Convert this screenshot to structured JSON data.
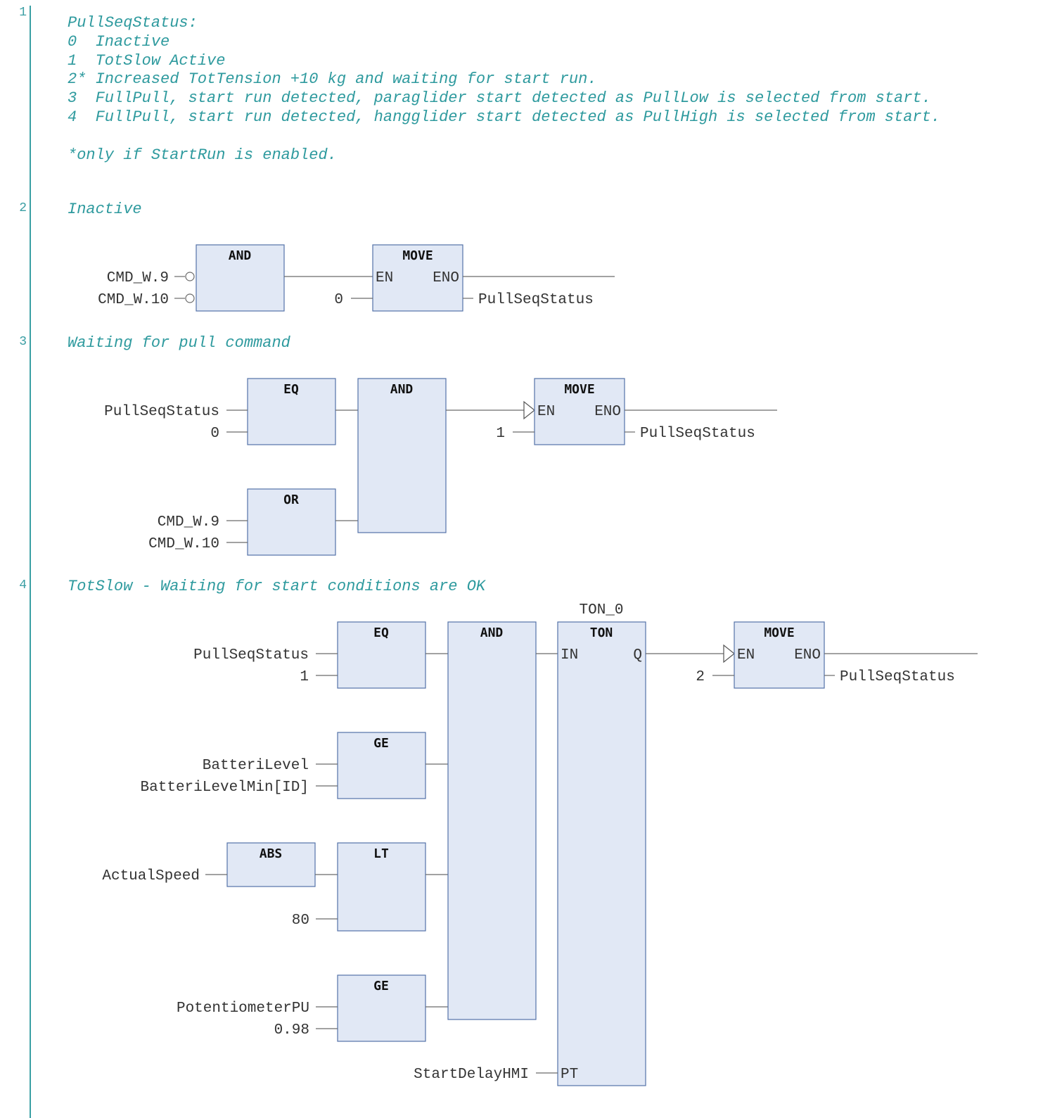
{
  "networks": [
    {
      "number": "1",
      "comment": "PullSeqStatus:\n0  Inactive\n1  TotSlow Active\n2* Increased TotTension +10 kg and waiting for start run.\n3  FullPull, start run detected, paraglider start detected as PullLow is selected from start.\n4  FullPull, start run detected, hangglider start detected as PullHigh is selected from start.\n\n*only if StartRun is enabled."
    },
    {
      "number": "2",
      "comment": "Inactive"
    },
    {
      "number": "3",
      "comment": "Waiting for pull command"
    },
    {
      "number": "4",
      "comment": "TotSlow - Waiting for start conditions are OK"
    }
  ],
  "net2": {
    "and_title": "AND",
    "move_title": "MOVE",
    "en": "EN",
    "eno": "ENO",
    "in_a": "CMD_W.9",
    "in_b": "CMD_W.10",
    "move_in": "0",
    "move_out": "PullSeqStatus"
  },
  "net3": {
    "eq_title": "EQ",
    "or_title": "OR",
    "and_title": "AND",
    "move_title": "MOVE",
    "en": "EN",
    "eno": "ENO",
    "eq_in1": "PullSeqStatus",
    "eq_in2": "0",
    "or_in1": "CMD_W.9",
    "or_in2": "CMD_W.10",
    "move_in": "1",
    "move_out": "PullSeqStatus"
  },
  "net4": {
    "eq_title": "EQ",
    "ge1_title": "GE",
    "abs_title": "ABS",
    "lt_title": "LT",
    "ge2_title": "GE",
    "and_title": "AND",
    "ton_instance": "TON_0",
    "ton_title": "TON",
    "ton_in": "IN",
    "ton_q": "Q",
    "ton_pt": "PT",
    "move_title": "MOVE",
    "en": "EN",
    "eno": "ENO",
    "eq_in1": "PullSeqStatus",
    "eq_in2": "1",
    "ge1_in1": "BatteriLevel",
    "ge1_in2": "BatteriLevelMin[ID]",
    "abs_in": "ActualSpeed",
    "lt_in2": "80",
    "ge2_in1": "PotentiometerPU",
    "ge2_in2": "0.98",
    "pt_in": "StartDelayHMI",
    "move_in": "2",
    "move_out": "PullSeqStatus"
  }
}
